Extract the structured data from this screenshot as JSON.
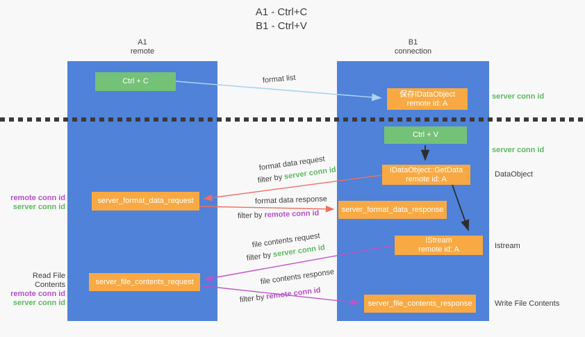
{
  "title": {
    "line1": "A1 - Ctrl+C",
    "line2": "B1 - Ctrl+V"
  },
  "lanes": {
    "a": {
      "name": "A1",
      "subtitle": "remote"
    },
    "b": {
      "name": "B1",
      "subtitle": "connection"
    }
  },
  "boxes": {
    "ctrl_c": {
      "label": "Ctrl + C"
    },
    "save_idataobject": {
      "line1": "保存IDataObject",
      "line2": "remote id: A"
    },
    "ctrl_v": {
      "label": "Ctrl + V"
    },
    "getdata": {
      "line1": "IDataObject::GetData",
      "line2": "remote id: A"
    },
    "format_request": {
      "label": "server_format_data_request"
    },
    "format_response": {
      "label": "server_format_data_response"
    },
    "istream": {
      "line1": "IStream",
      "line2": "remote id: A"
    },
    "file_request": {
      "label": "server_file_contents_request"
    },
    "file_response": {
      "label": "server_file_contents_response"
    }
  },
  "edge_labels": {
    "format_list": "format list",
    "format_data_request": "format data request",
    "format_data_response": "format data response",
    "file_contents_request": "file contents request",
    "file_contents_response": "file contents response",
    "filter_by": "filter by ",
    "server_conn_id": "server conn id",
    "remote_conn_id": "remote conn id"
  },
  "side_labels": {
    "left": {
      "remote_conn_id": "remote conn id",
      "server_conn_id": "server conn id",
      "read_file_contents": "Read File Contents"
    },
    "right": {
      "server_conn_id_top": "server conn id",
      "server_conn_id_mid": "server conn id",
      "dataobject": "DataObject",
      "istream": "Istream",
      "write_file_contents": "Write File Contents"
    }
  },
  "colors": {
    "background": "#f8f8f8",
    "lane_blue": "#4f82d8",
    "box_green": "#74c277",
    "box_orange": "#f8a943",
    "arrow_light_blue": "#a9d3ee",
    "arrow_black": "#2d2d2d",
    "arrow_salmon": "#ee6e62",
    "arrow_magenta": "#bf53c8",
    "text_green": "#5cb860",
    "text_purple": "#b44fc8",
    "dotted_line": "#3a3a3a"
  }
}
